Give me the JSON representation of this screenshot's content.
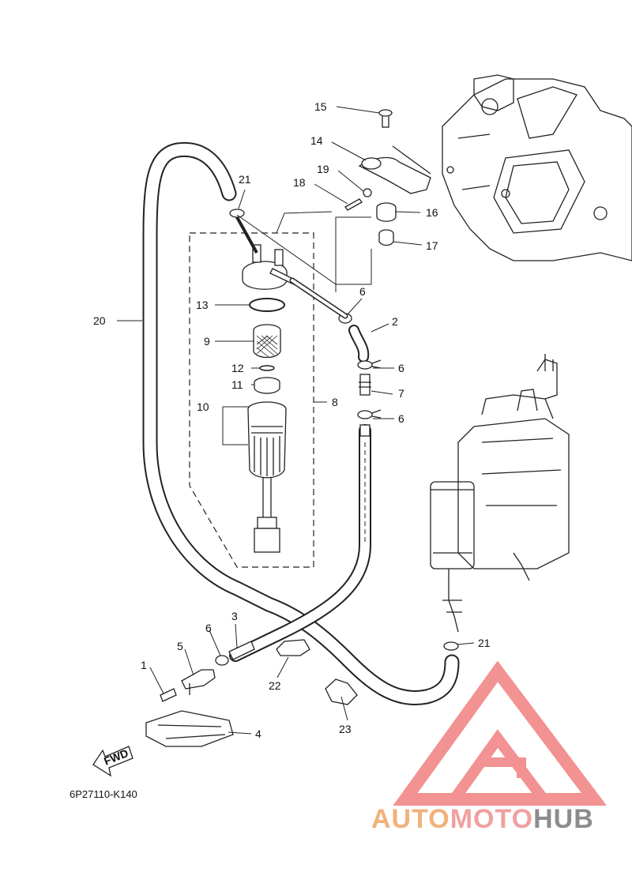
{
  "diagram": {
    "code": "6P27110-K140",
    "fwd_label": "FWD",
    "parts": {
      "p1": "1",
      "p2": "2",
      "p3": "3",
      "p4": "4",
      "p5": "5",
      "p6a": "6",
      "p6b": "6",
      "p6c": "6",
      "p6d": "6",
      "p7": "7",
      "p8": "8",
      "p9": "9",
      "p10": "10",
      "p11": "11",
      "p12": "12",
      "p13": "13",
      "p14": "14",
      "p15": "15",
      "p16": "16",
      "p17": "17",
      "p18": "18",
      "p19": "19",
      "p20": "20",
      "p21a": "21",
      "p21b": "21",
      "p22": "22",
      "p23": "23"
    }
  },
  "watermark": {
    "part1": "AUTO",
    "part2": "MOTO",
    "part3": "HUB",
    "color_1": "#f2b179",
    "color_2": "#f0a0a0",
    "color_3": "#8c8c8c"
  }
}
